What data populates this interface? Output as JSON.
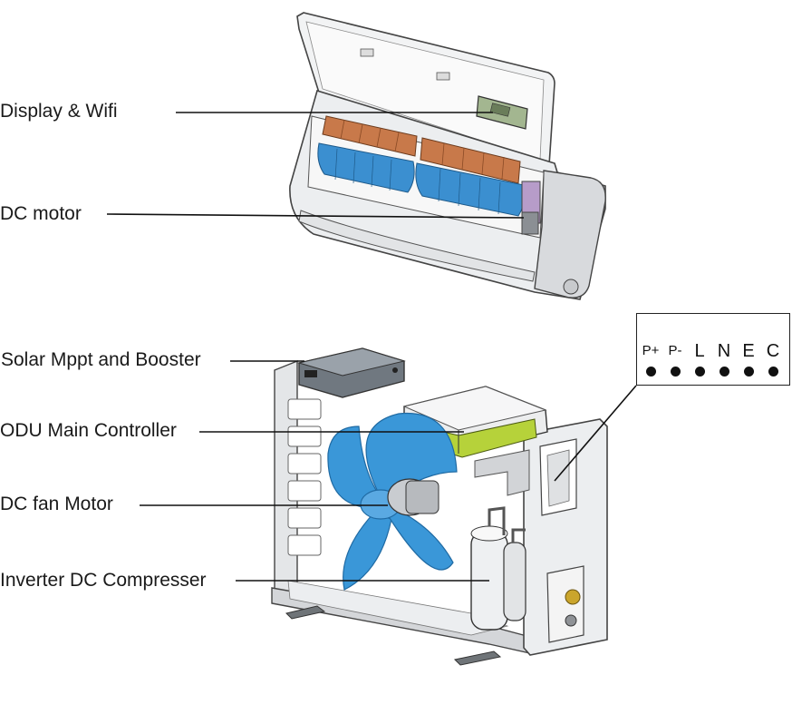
{
  "callouts": {
    "display_wifi": "Display & Wifi",
    "dc_motor": "DC motor",
    "solar_mppt": "Solar Mppt and Booster",
    "odu_controller": "ODU Main Controller",
    "dc_fan_motor": "DC fan Motor",
    "compressor": "Inverter DC Compresser"
  },
  "terminals": [
    "P+",
    "P-",
    "L",
    "N",
    "E",
    "C"
  ],
  "colors": {
    "fan_blade": "#3a97d8",
    "coil_copper": "#c8794a",
    "blower_blue": "#3b8fd0",
    "controller_green": "#b6d23a",
    "metal": "#c9ccd0",
    "outline": "#333333"
  }
}
